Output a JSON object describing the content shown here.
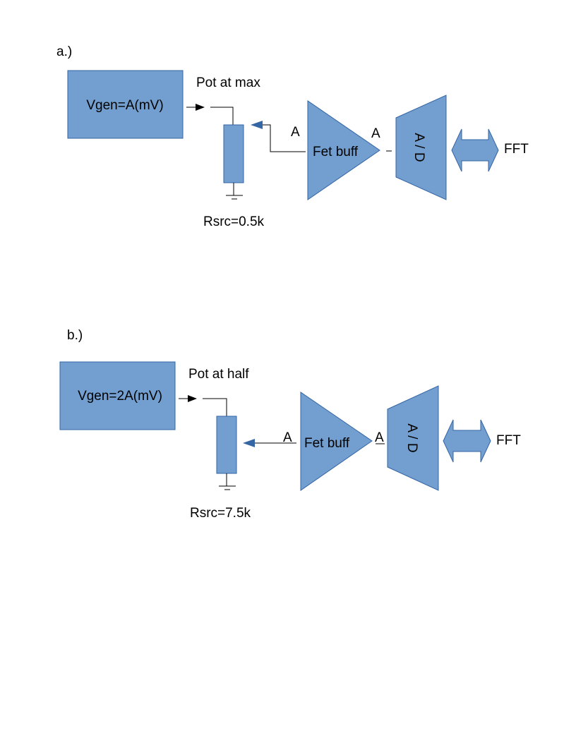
{
  "diagram_a": {
    "label": "a.)",
    "generator": "Vgen=A(mV)",
    "pot_caption": "Pot at max",
    "resistor_caption": "Rsrc=0.5k",
    "input_node": "A",
    "buffer": "Fet buff",
    "output_node": "A",
    "adc": "A / D",
    "fft": "FFT"
  },
  "diagram_b": {
    "label": "b.)",
    "generator": "Vgen=2A(mV)",
    "pot_caption": "Pot at half",
    "resistor_caption": "Rsrc=7.5k",
    "input_node": "A",
    "buffer": "Fet buff",
    "output_node": "A",
    "adc": "A / D",
    "fft": "FFT"
  },
  "colors": {
    "block_fill": "#729fcf",
    "block_stroke": "#3465a4",
    "wiper_arrow": "#3465a4",
    "wire": "#000000"
  }
}
